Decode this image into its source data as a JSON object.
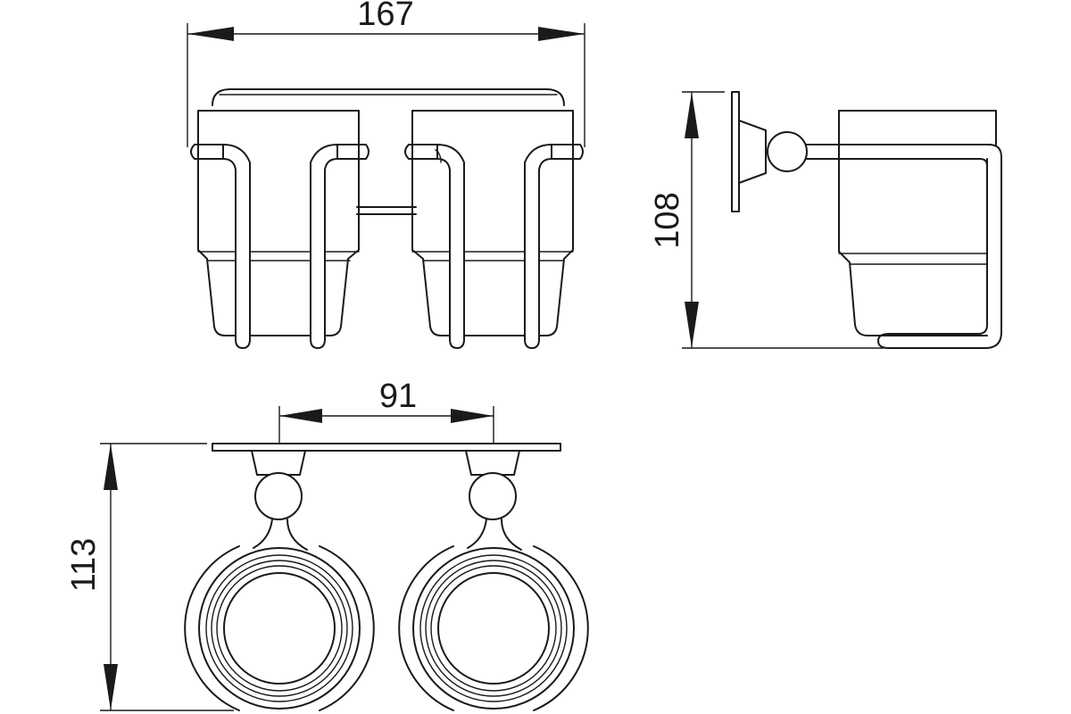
{
  "dimensions": {
    "front_width": "167",
    "side_height": "108",
    "top_spacing": "91",
    "top_depth": "113"
  },
  "colors": {
    "line": "#1a1a1a",
    "background": "#ffffff"
  }
}
